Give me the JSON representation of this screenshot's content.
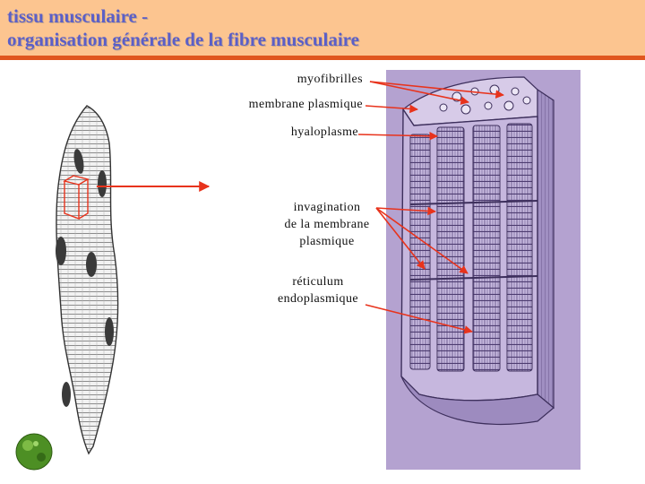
{
  "title": {
    "line1": "tissu musculaire -",
    "line2": "organisation générale de la fibre musculaire"
  },
  "labels": {
    "myofibrilles": "myofibrilles",
    "membrane_plasmique": "membrane plasmique",
    "hyaloplasme": "hyaloplasme",
    "invagination_1": "invagination",
    "invagination_2": "de la membrane",
    "invagination_3": "plasmique",
    "reticulum_1": "réticulum",
    "reticulum_2": "endoplasmique"
  },
  "colors": {
    "header_bg": "#fcc590",
    "header_rule": "#e0561e",
    "title_text": "#5b5fc7",
    "arrow": "#e8331c",
    "block_bg": "#b4a2d0"
  }
}
